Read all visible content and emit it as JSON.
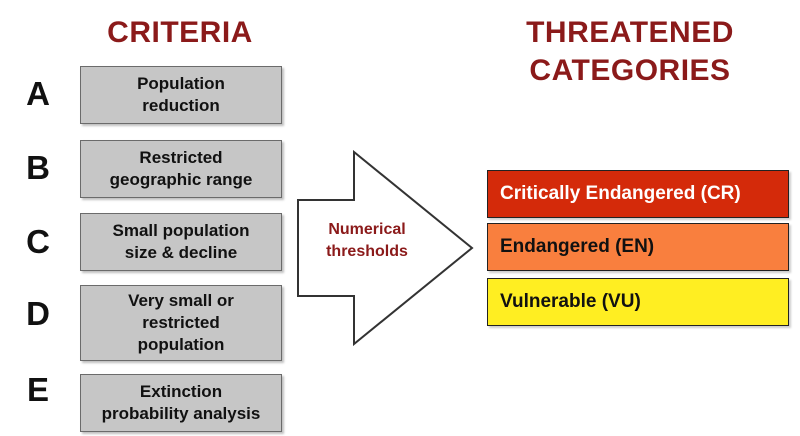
{
  "criteria_heading": "CRITERIA",
  "categories_heading": [
    "THREATENED",
    "CATEGORIES"
  ],
  "criteria": [
    {
      "letter": "A",
      "text": "Population\nreduction"
    },
    {
      "letter": "B",
      "text": "Restricted\ngeographic range"
    },
    {
      "letter": "C",
      "text": "Small population\nsize & decline"
    },
    {
      "letter": "D",
      "text": "Very small or\nrestricted\npopulation"
    },
    {
      "letter": "E",
      "text": "Extinction\nprobability analysis"
    }
  ],
  "arrow_label": "Numerical\nthresholds",
  "categories": [
    {
      "label": "Critically Endangered (CR)",
      "color": "#d42a0a"
    },
    {
      "label": "Endangered (EN)",
      "color": "#f97f3e"
    },
    {
      "label": "Vulnerable (VU)",
      "color": "#ffee22"
    }
  ],
  "colors": {
    "heading": "#8b1a1a",
    "criteria_box": "#c6c6c6"
  }
}
